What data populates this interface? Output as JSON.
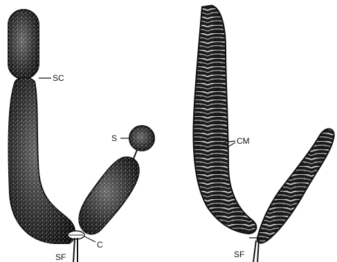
{
  "figure": {
    "labels": {
      "secondary_constriction": "SC",
      "satellite": "S",
      "centromere": "C",
      "spindle_fibre_left": "SF",
      "chromonemata": "CM",
      "spindle_fibre_right": "SF"
    },
    "colors": {
      "ink": "#111111",
      "background": "#ffffff",
      "stipple": "#f2f2f2"
    }
  }
}
